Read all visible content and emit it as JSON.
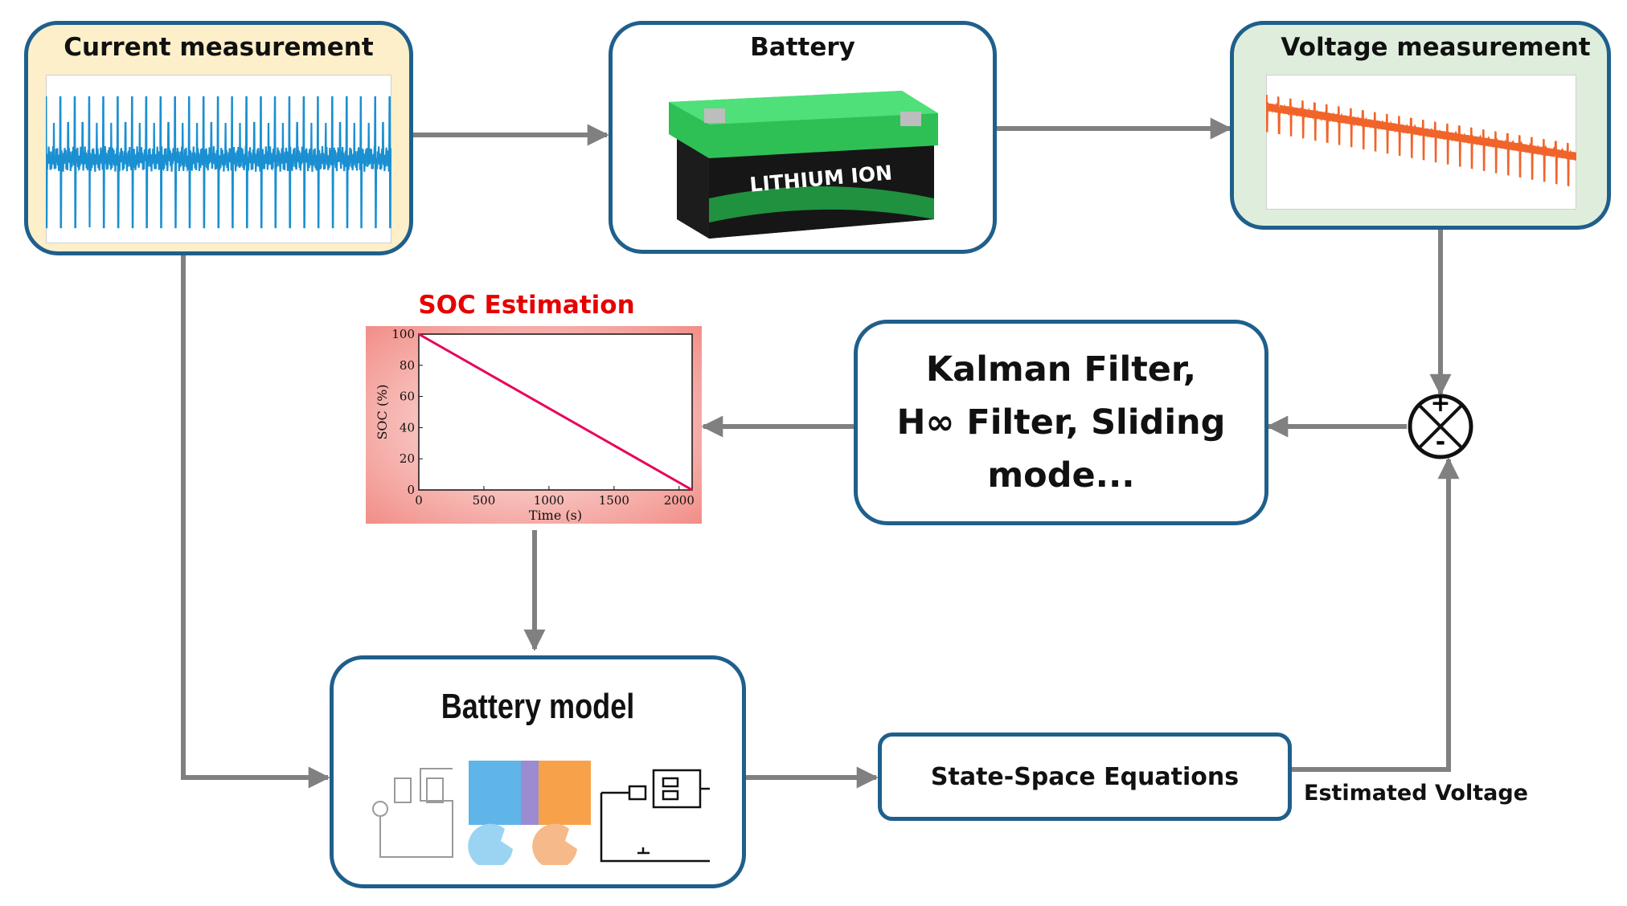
{
  "nodes": {
    "current": {
      "title": "Current measurement",
      "fill": "#fcefc9"
    },
    "battery": {
      "title": "Battery",
      "label": "LITHIUM ION"
    },
    "voltage": {
      "title": "Voltage measurement",
      "fill": "#dfeedc"
    },
    "soc": {
      "title": "SOC Estimation",
      "title_color": "#e60000"
    },
    "kalman": {
      "line1": "Kalman Filter,",
      "line2": "H∞ Filter, Sliding",
      "line3": "mode..."
    },
    "model": {
      "title": "Battery model"
    },
    "statespace": {
      "title": "State-Space Equations"
    },
    "summer": {
      "plus": "+",
      "minus": "-"
    }
  },
  "edges": {
    "estimated_voltage": "Estimated Voltage"
  },
  "colors": {
    "border": "#1f5f8b",
    "arrow": "#808080",
    "current_trace": "#1a8fd1",
    "voltage_trace": "#f0642a",
    "soc_line": "#e8005a",
    "soc_bg": "#f6a7a2"
  },
  "chart_data": {
    "type": "line",
    "title": "",
    "xlabel": "Time (s)",
    "ylabel": "SOC (%)",
    "xlim": [
      0,
      2100
    ],
    "ylim": [
      0,
      100
    ],
    "xticks": [
      0,
      500,
      1000,
      1500,
      2000
    ],
    "yticks": [
      0,
      20,
      40,
      60,
      80,
      100
    ],
    "series": [
      {
        "x": [
          0,
          2100
        ],
        "y": [
          100,
          0
        ]
      }
    ]
  }
}
